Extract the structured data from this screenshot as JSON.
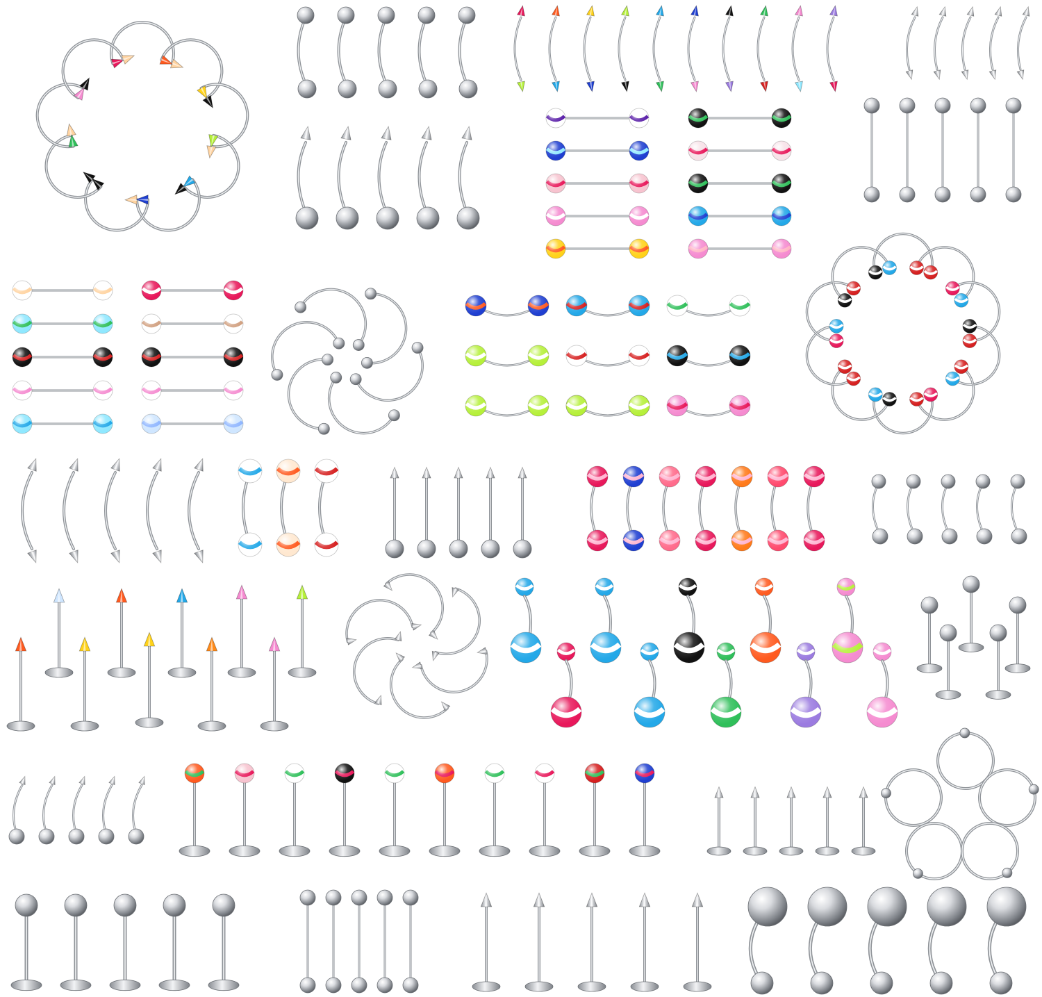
{
  "palette": {
    "metal": "#c9ccd1",
    "metal_light": "#f4f5f7",
    "metal_dark": "#6f7379",
    "background": "#ffffff"
  },
  "acrylic_colors": [
    "#e8185b",
    "#ff5a1f",
    "#ffd21a",
    "#b6f03a",
    "#23a8e8",
    "#1f3fd1",
    "#111111",
    "#2fbf5a",
    "#f58bd0",
    "#9b7be0",
    "#d62020",
    "#8fe8ff"
  ],
  "groups": [
    {
      "label": "spike-horseshoe-ring",
      "kind": "circular-barbell-spikes"
    },
    {
      "label": "curved-barbell-balls",
      "kind": "eyebrow-ring-balls"
    },
    {
      "label": "curved-barbell-acrylic-spikes",
      "kind": "eyebrow-ring-spikes"
    },
    {
      "label": "small-curved-spikes",
      "kind": "eyebrow-ring-spikes"
    },
    {
      "label": "curved-barbell-spike-ball",
      "kind": "eyebrow-ring-spike-ball"
    },
    {
      "label": "tongue-barbells-acrylic-a",
      "kind": "straight-barbell-acrylic"
    },
    {
      "label": "tongue-barbells-acrylic-b",
      "kind": "straight-barbell-acrylic"
    },
    {
      "label": "straight-barbells-steel",
      "kind": "straight-barbell-steel"
    },
    {
      "label": "tongue-barbells-acrylic-c",
      "kind": "straight-barbell-acrylic"
    },
    {
      "label": "tongue-barbells-acrylic-d",
      "kind": "straight-barbell-acrylic"
    },
    {
      "label": "horseshoe-pinwheel-balls",
      "kind": "circular-barbell-balls"
    },
    {
      "label": "banana-curves-acrylic",
      "kind": "eyebrow-acrylic"
    },
    {
      "label": "horseshoe-ring-acrylic",
      "kind": "circular-barbell-acrylic"
    },
    {
      "label": "curved-spikes-row",
      "kind": "eyebrow-ring-spikes"
    },
    {
      "label": "curved-acrylic-large",
      "kind": "eyebrow-acrylic"
    },
    {
      "label": "spike-barbells-steel",
      "kind": "straight-spike-barbell"
    },
    {
      "label": "curved-acrylic-pink",
      "kind": "eyebrow-acrylic"
    },
    {
      "label": "small-curved-balls",
      "kind": "eyebrow-ring-balls"
    },
    {
      "label": "labret-acrylic-spikes",
      "kind": "labret-acrylic-spike"
    },
    {
      "label": "horseshoe-pinwheel-spikes",
      "kind": "circular-barbell-spikes"
    },
    {
      "label": "belly-rings-acrylic",
      "kind": "navel-ring"
    },
    {
      "label": "labret-steel-balls",
      "kind": "labret-steel"
    },
    {
      "label": "tiny-curved-balls",
      "kind": "eyebrow-ring-balls"
    },
    {
      "label": "labret-acrylic-balls",
      "kind": "labret-acrylic-ball"
    },
    {
      "label": "labret-steel-spikes",
      "kind": "labret-steel-spike"
    },
    {
      "label": "captive-bead-rings",
      "kind": "captive-ring"
    },
    {
      "label": "labret-steel-large-balls",
      "kind": "labret-steel"
    },
    {
      "label": "mini-straight-barbells",
      "kind": "straight-barbell-steel"
    },
    {
      "label": "labret-long-spikes",
      "kind": "labret-steel-spike"
    },
    {
      "label": "horseshoe-large-balls",
      "kind": "curved-large-ball"
    }
  ]
}
